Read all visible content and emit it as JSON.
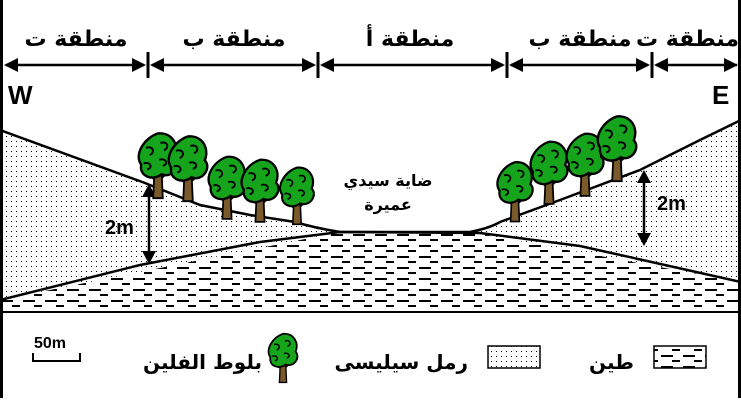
{
  "zones": {
    "left_t": "منطقة ت",
    "left_b": "منطقة ب",
    "center_a": "منطقة أ",
    "right_b": "منطقة ب",
    "right_t": "منطقة ت"
  },
  "directions": {
    "west": "W",
    "east": "E"
  },
  "thickness": {
    "left": "2m",
    "right": "2m"
  },
  "lake": {
    "line1": "ضاية سيدي",
    "line2": "عميرة"
  },
  "scale": {
    "label": "50m"
  },
  "legend": {
    "cork_oak": "بلوط الفلين",
    "siliceous_sand": "رمل سيليسى",
    "clay": "طين"
  },
  "colors": {
    "tree_green": "#15a41c",
    "trunk_brown": "#7a5a2a",
    "outline": "#000000"
  }
}
